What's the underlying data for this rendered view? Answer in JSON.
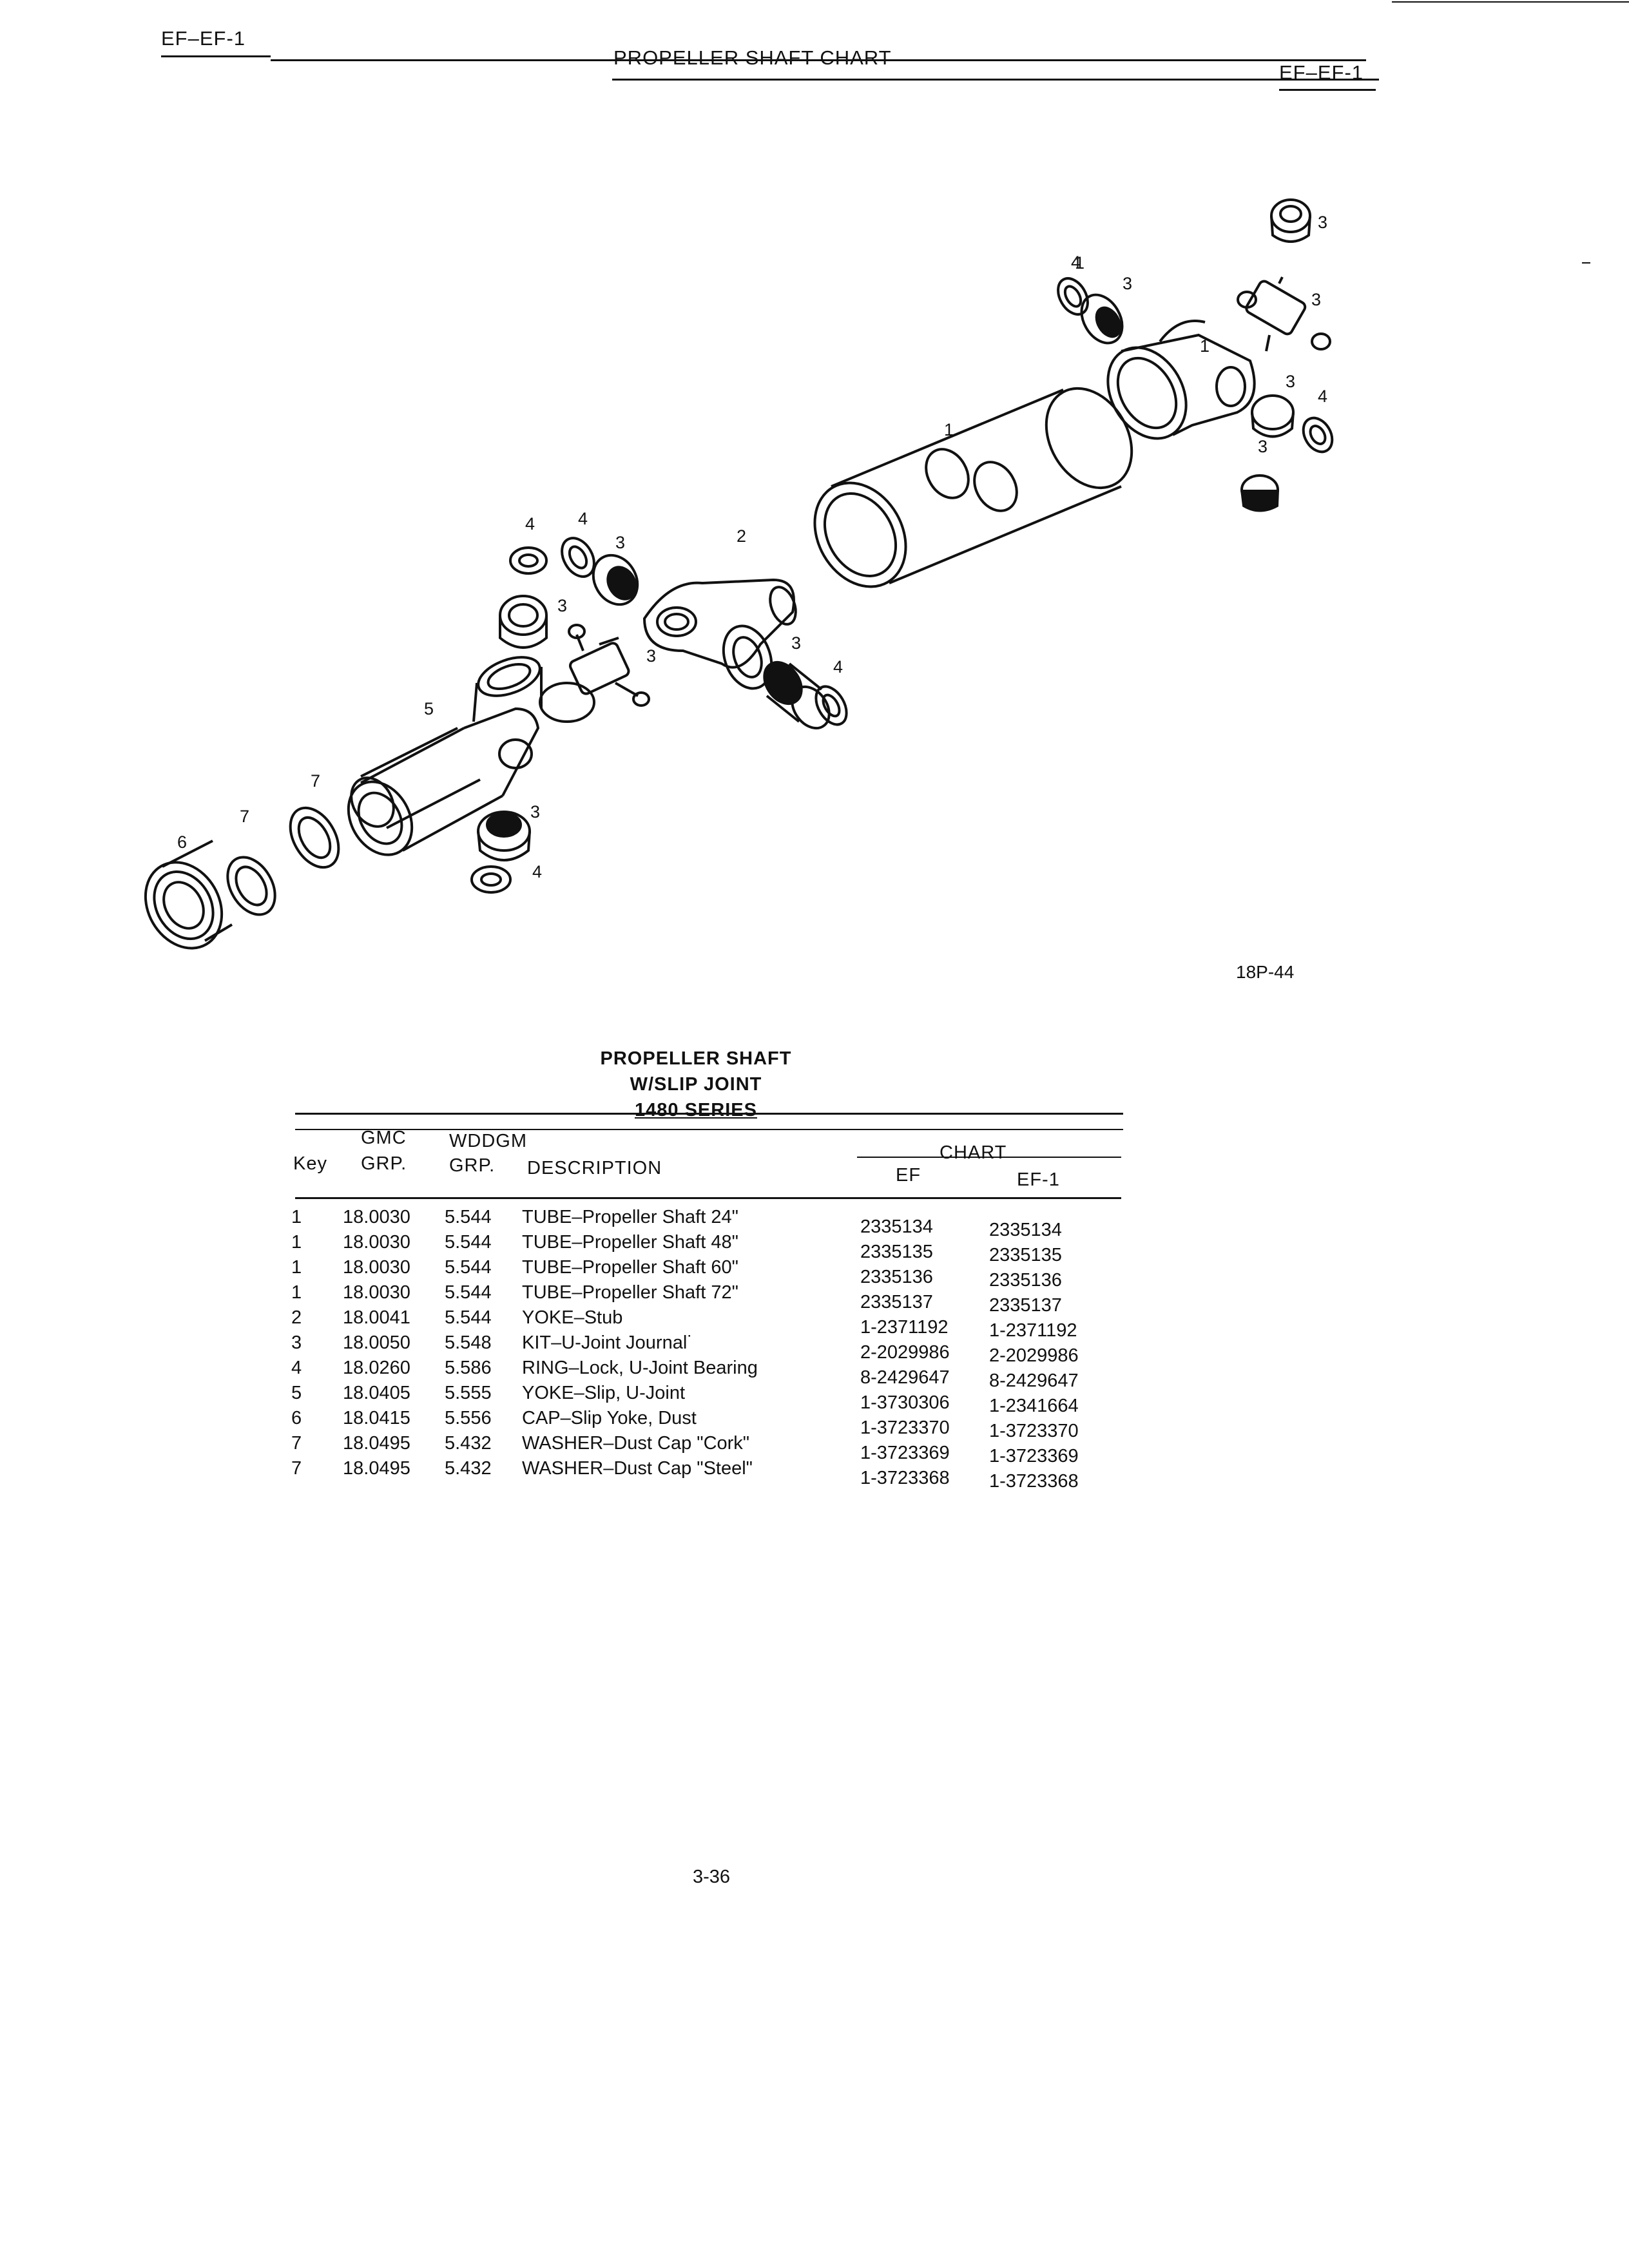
{
  "header": {
    "left_code": "EF–EF-1",
    "title": "PROPELLER SHAFT CHART",
    "right_code": "EF–EF-1"
  },
  "diagram": {
    "figure_id": "18P-44",
    "callouts": [
      "1",
      "1",
      "1",
      "2",
      "3",
      "3",
      "3",
      "3",
      "3",
      "3",
      "3",
      "3",
      "3",
      "3",
      "4",
      "4",
      "4",
      "4",
      "4",
      "4",
      "5",
      "6",
      "7",
      "7"
    ]
  },
  "table": {
    "title_line1": "PROPELLER SHAFT",
    "title_line2": "W/SLIP JOINT",
    "title_line3": "1480 SERIES",
    "headers": {
      "key": "Key",
      "gmc_top": "GMC",
      "gmc_bottom": "GRP.",
      "wddgm_top": "WDDGM",
      "wddgm_bottom": "GRP.",
      "description": "DESCRIPTION",
      "chart": "CHART",
      "ef": "EF",
      "ef1": "EF-1"
    },
    "rows": [
      {
        "key": "1",
        "gmc": "18.0030",
        "wddgm": "5.544",
        "desc": "TUBE–Propeller Shaft 24\"",
        "ef": "2335134",
        "ef1": "2335134"
      },
      {
        "key": "1",
        "gmc": "18.0030",
        "wddgm": "5.544",
        "desc": "TUBE–Propeller Shaft 48\"",
        "ef": "2335135",
        "ef1": "2335135"
      },
      {
        "key": "1",
        "gmc": "18.0030",
        "wddgm": "5.544",
        "desc": "TUBE–Propeller Shaft 60\"",
        "ef": "2335136",
        "ef1": "2335136"
      },
      {
        "key": "1",
        "gmc": "18.0030",
        "wddgm": "5.544",
        "desc": "TUBE–Propeller Shaft 72\"",
        "ef": "2335137",
        "ef1": "2335137"
      },
      {
        "key": "2",
        "gmc": "18.0041",
        "wddgm": "5.544",
        "desc": "YOKE–Stub",
        "ef": "1-2371192",
        "ef1": "1-2371192"
      },
      {
        "key": "3",
        "gmc": "18.0050",
        "wddgm": "5.548",
        "desc": "KIT–U-Joint Journal˙",
        "ef": "2-2029986",
        "ef1": "2-2029986"
      },
      {
        "key": "4",
        "gmc": "18.0260",
        "wddgm": "5.586",
        "desc": "RING–Lock, U-Joint Bearing",
        "ef": "8-2429647",
        "ef1": "8-2429647"
      },
      {
        "key": "5",
        "gmc": "18.0405",
        "wddgm": "5.555",
        "desc": "YOKE–Slip, U-Joint",
        "ef": "1-3730306",
        "ef1": "1-2341664"
      },
      {
        "key": "6",
        "gmc": "18.0415",
        "wddgm": "5.556",
        "desc": "CAP–Slip Yoke, Dust",
        "ef": "1-3723370",
        "ef1": "1-3723370"
      },
      {
        "key": "7",
        "gmc": "18.0495",
        "wddgm": "5.432",
        "desc": "WASHER–Dust Cap \"Cork\"",
        "ef": "1-3723369",
        "ef1": "1-3723369"
      },
      {
        "key": "7",
        "gmc": "18.0495",
        "wddgm": "5.432",
        "desc": "WASHER–Dust Cap \"Steel\"",
        "ef": "1-3723368",
        "ef1": "1-3723368"
      }
    ]
  },
  "footer": {
    "page_number": "3-36"
  }
}
